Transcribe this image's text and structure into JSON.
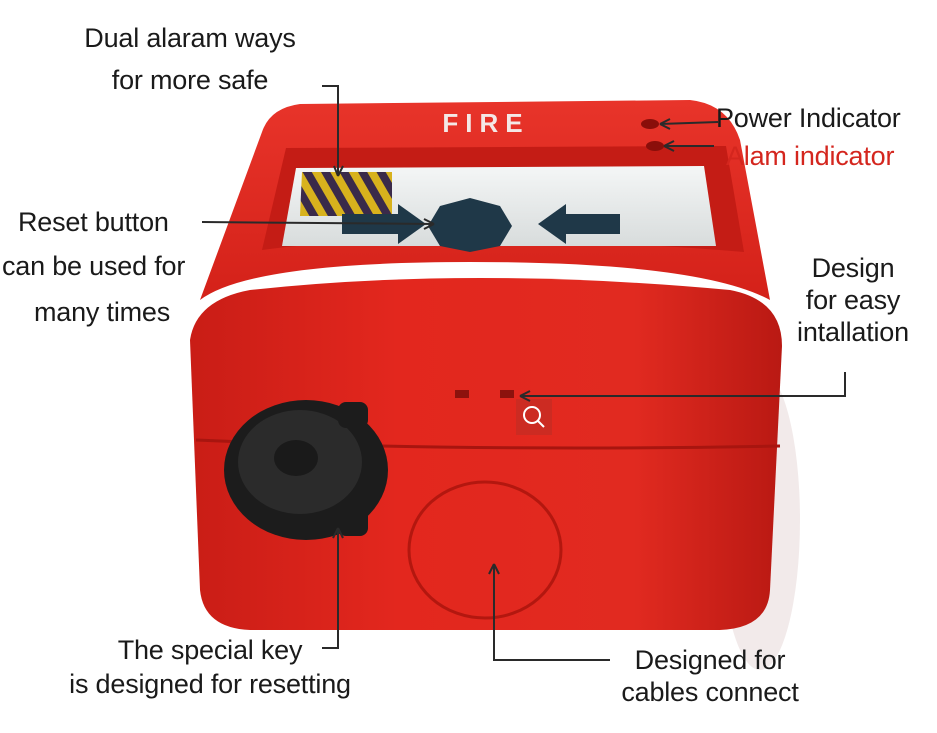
{
  "device": {
    "panel_text": "FIRE",
    "body_color": "#e4281f",
    "body_dark": "#b81a14",
    "key_color": "#1c1c1c",
    "arrow_color": "#1f3848"
  },
  "labels": {
    "dual_alarm_1": "Dual alaram ways",
    "dual_alarm_2": "for more safe",
    "power_indicator": "Power Indicator",
    "alarm_indicator": "Alam indicator",
    "reset_1": "Reset button",
    "reset_2": "can be used for",
    "reset_3": "many times",
    "design_1": "Design",
    "design_2": "for easy",
    "design_3": "intallation",
    "key_1": "The special key",
    "key_2": "is designed for resetting",
    "cables_1": "Designed for",
    "cables_2": "cables connect"
  },
  "colors": {
    "label_text": "#1a1a1a",
    "alarm_label": "#d4261e",
    "leader_line": "#2a2a2a",
    "zoom_badge": "#cc2b22"
  },
  "icons": {
    "zoom": "magnifier-icon"
  }
}
